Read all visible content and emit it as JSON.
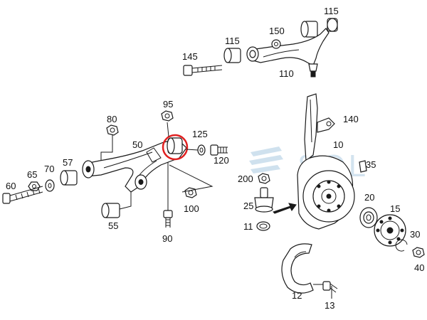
{
  "diagram": {
    "watermark": "SOL",
    "labels": {
      "c115a": "115",
      "c150": "150",
      "c115b": "115",
      "c145": "145",
      "c110": "110",
      "c95": "95",
      "c80": "80",
      "c125": "125",
      "c50": "50",
      "c120": "120",
      "c57": "57",
      "c65": "65",
      "c70": "70",
      "c60": "60",
      "c100": "100",
      "c55": "55",
      "c90": "90",
      "c140": "140",
      "c10": "10",
      "c35": "35",
      "c200": "200",
      "c25": "25",
      "c11": "11",
      "c20": "20",
      "c15": "15",
      "c30": "30",
      "c40": "40",
      "c12": "12",
      "c13": "13"
    },
    "highlight_color": "#e02020",
    "watermark_color": "#9fc3dd"
  }
}
